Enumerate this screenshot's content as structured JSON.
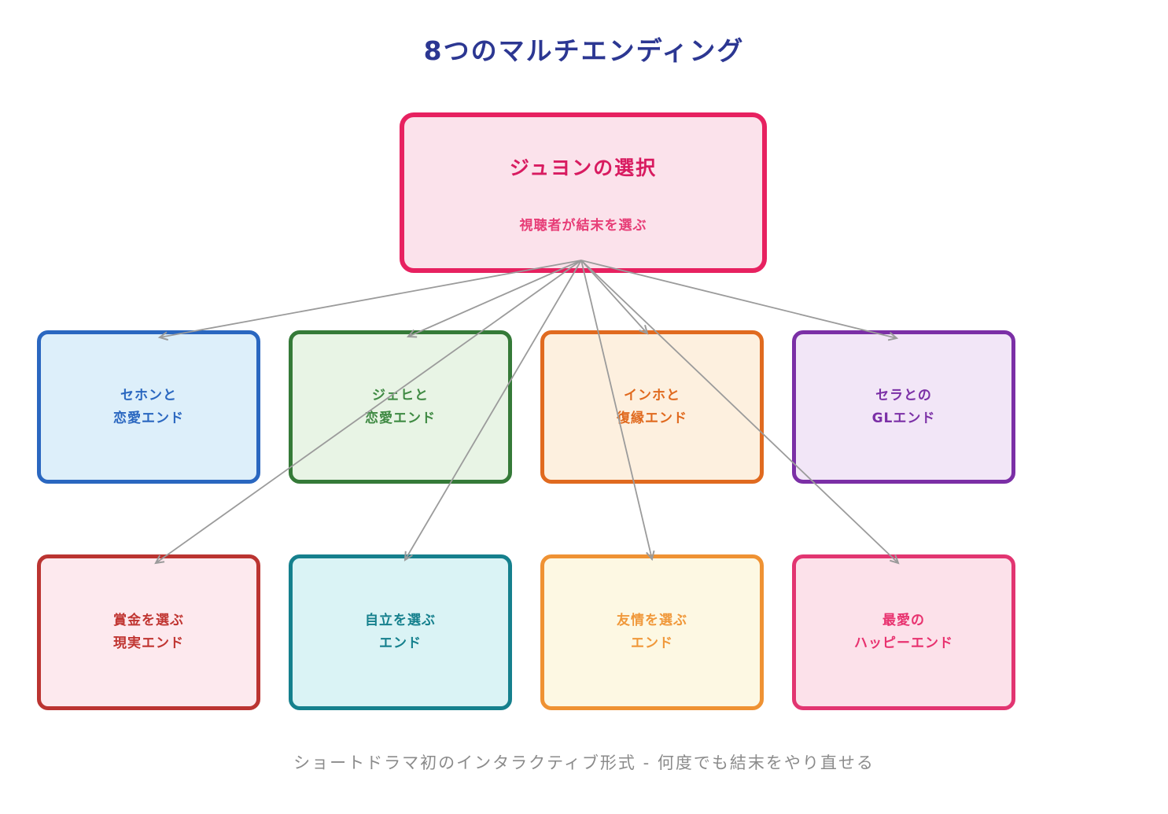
{
  "page_title": "8つのマルチエンディング",
  "root_node": {
    "title": "ジュヨンの選択",
    "subtitle": "視聴者が結末を選ぶ",
    "border_color": "#e72160",
    "fill_color": "#fbe2eb",
    "title_color": "#d81b60",
    "subtitle_color": "#e73d77"
  },
  "endings": [
    {
      "id": "sehon-romance",
      "label": "セホンと\n恋愛エンド",
      "border_color": "#2a67c0",
      "fill_color": "#ddeffa",
      "text_color": "#2a67c0"
    },
    {
      "id": "jaehee-romance",
      "label": "ジェヒと\n恋愛エンド",
      "border_color": "#357a38",
      "fill_color": "#e8f4e5",
      "text_color": "#3f8a43"
    },
    {
      "id": "inho-reunion",
      "label": "インホと\n復縁エンド",
      "border_color": "#e06a1f",
      "fill_color": "#fdf0df",
      "text_color": "#e06a1f"
    },
    {
      "id": "sera-gl",
      "label": "セラとの\nGLエンド",
      "border_color": "#7b2fa6",
      "fill_color": "#f2e6f7",
      "text_color": "#7b2fa6"
    },
    {
      "id": "prize-reality",
      "label": "賞金を選ぶ\n現実エンド",
      "border_color": "#bb3431",
      "fill_color": "#fde9ee",
      "text_color": "#c03531"
    },
    {
      "id": "independence",
      "label": "自立を選ぶ\nエンド",
      "border_color": "#15808d",
      "fill_color": "#daf3f5",
      "text_color": "#15808d"
    },
    {
      "id": "friendship",
      "label": "友情を選ぶ\nエンド",
      "border_color": "#ef9233",
      "fill_color": "#fdf8e3",
      "text_color": "#f0983a"
    },
    {
      "id": "beloved-happy",
      "label": "最愛の\nハッピーエンド",
      "border_color": "#e23571",
      "fill_color": "#fce1ea",
      "text_color": "#e8326f"
    }
  ],
  "caption": "ショートドラマ初のインタラクティブ形式 - 何度でも結末をやり直せる",
  "colors": {
    "page_title": "#2c3792",
    "arrow": "#9b9b9b",
    "caption": "#8b8b8b",
    "background": "#ffffff"
  }
}
